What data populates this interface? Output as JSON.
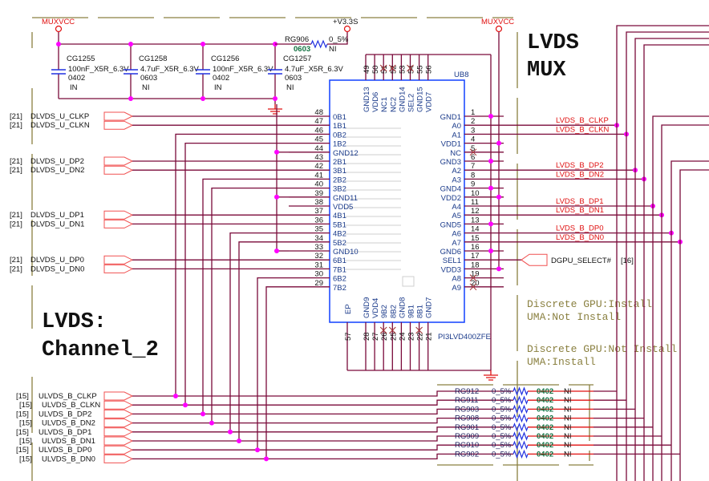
{
  "title": {
    "line1": "LVDS",
    "line2": "MUX"
  },
  "channel": {
    "line1": "LVDS:",
    "line2": "Channel_2"
  },
  "power": {
    "muxvcc": "MUXVCC",
    "v33": "+V3.3S"
  },
  "capacitors": [
    {
      "ref": "CG1255",
      "value": "100nF_X5R_6.3V",
      "package": "0402",
      "install": "IN"
    },
    {
      "ref": "CG1258",
      "value": "4.7uF_X5R_6.3V",
      "package": "0603",
      "install": "NI"
    },
    {
      "ref": "CG1256",
      "value": "100nF_X5R_6.3V",
      "package": "0402",
      "install": "IN"
    },
    {
      "ref": "CG1257",
      "value": "4.7uF_X5R_6.3V",
      "package": "0603",
      "install": "NI"
    }
  ],
  "rg906": {
    "ref": "RG906",
    "value": "0_5%",
    "package": "0603",
    "install": "NI"
  },
  "chip": {
    "ref": "UB8",
    "part": "PI3LVD400ZFE",
    "left_pins": [
      {
        "num": "48",
        "name": "0B1"
      },
      {
        "num": "47",
        "name": "1B1"
      },
      {
        "num": "46",
        "name": "0B2"
      },
      {
        "num": "45",
        "name": "1B2"
      },
      {
        "num": "44",
        "name": "GND12"
      },
      {
        "num": "43",
        "name": "2B1"
      },
      {
        "num": "42",
        "name": "3B1"
      },
      {
        "num": "41",
        "name": "2B2"
      },
      {
        "num": "40",
        "name": "3B2"
      },
      {
        "num": "39",
        "name": "GND11"
      },
      {
        "num": "38",
        "name": "VDD5"
      },
      {
        "num": "37",
        "name": "4B1"
      },
      {
        "num": "36",
        "name": "5B1"
      },
      {
        "num": "35",
        "name": "4B2"
      },
      {
        "num": "34",
        "name": "5B2"
      },
      {
        "num": "33",
        "name": "GND10"
      },
      {
        "num": "32",
        "name": "6B1"
      },
      {
        "num": "31",
        "name": "7B1"
      },
      {
        "num": "30",
        "name": "6B2"
      },
      {
        "num": "29",
        "name": "7B2"
      }
    ],
    "right_pins": [
      {
        "num": "1",
        "name": "GND1"
      },
      {
        "num": "2",
        "name": "A0"
      },
      {
        "num": "3",
        "name": "A1"
      },
      {
        "num": "4",
        "name": "VDD1"
      },
      {
        "num": "5",
        "name": "NC"
      },
      {
        "num": "6",
        "name": "GND3"
      },
      {
        "num": "7",
        "name": "A2"
      },
      {
        "num": "8",
        "name": "A3"
      },
      {
        "num": "9",
        "name": "GND4"
      },
      {
        "num": "10",
        "name": "VDD2"
      },
      {
        "num": "11",
        "name": "A4"
      },
      {
        "num": "12",
        "name": "A5"
      },
      {
        "num": "13",
        "name": "GND5"
      },
      {
        "num": "14",
        "name": "A6"
      },
      {
        "num": "15",
        "name": "A7"
      },
      {
        "num": "16",
        "name": "GND6"
      },
      {
        "num": "17",
        "name": "SEL1"
      },
      {
        "num": "18",
        "name": "VDD3"
      },
      {
        "num": "19",
        "name": "A8"
      },
      {
        "num": "20",
        "name": "A9"
      }
    ],
    "top_pins": [
      {
        "num": "49",
        "name": "GND13"
      },
      {
        "num": "50",
        "name": "VDD6"
      },
      {
        "num": "51",
        "name": "NC1"
      },
      {
        "num": "52",
        "name": "NC2"
      },
      {
        "num": "53",
        "name": "GND14"
      },
      {
        "num": "54",
        "name": "SEL2"
      },
      {
        "num": "55",
        "name": "GND15"
      },
      {
        "num": "56",
        "name": "VDD7"
      }
    ],
    "bottom_pins": [
      {
        "num": "57",
        "name": "EP"
      },
      {
        "num": "28",
        "name": "GND9"
      },
      {
        "num": "27",
        "name": "VDD4"
      },
      {
        "num": "26",
        "name": "9B2"
      },
      {
        "num": "25",
        "name": "8B2"
      },
      {
        "num": "24",
        "name": "GND8"
      },
      {
        "num": "23",
        "name": "9B1"
      },
      {
        "num": "22",
        "name": "8B1"
      },
      {
        "num": "21",
        "name": "GND7"
      }
    ]
  },
  "left_nets": [
    {
      "sheet": "[21]",
      "name": "DLVDS_U_CLKP"
    },
    {
      "sheet": "[21]",
      "name": "DLVDS_U_CLKN"
    },
    {
      "sheet": "[21]",
      "name": "DLVDS_U_DP2"
    },
    {
      "sheet": "[21]",
      "name": "DLVDS_U_DN2"
    },
    {
      "sheet": "[21]",
      "name": "DLVDS_U_DP1"
    },
    {
      "sheet": "[21]",
      "name": "DLVDS_U_DN1"
    },
    {
      "sheet": "[21]",
      "name": "DLVDS_U_DP0"
    },
    {
      "sheet": "[21]",
      "name": "DLVDS_U_DN0"
    }
  ],
  "right_nets": [
    "LVDS_B_CLKP",
    "LVDS_B_CLKN",
    "LVDS_B_DP2",
    "LVDS_B_DN2",
    "LVDS_B_DP1",
    "LVDS_B_DN1",
    "LVDS_B_DP0",
    "LVDS_B_DN0"
  ],
  "dgpu_select": {
    "name": "DGPU_SELECT#",
    "sheet": "[16]"
  },
  "bottom_nets": [
    {
      "sheet": "[15]",
      "name": "ULVDS_B_CLKP"
    },
    {
      "sheet": "[15]",
      "name": "ULVDS_B_CLKN"
    },
    {
      "sheet": "[15]",
      "name": "ULVDS_B_DP2"
    },
    {
      "sheet": "[15]",
      "name": "ULVDS_B_DN2"
    },
    {
      "sheet": "[15]",
      "name": "ULVDS_B_DP1"
    },
    {
      "sheet": "[15]",
      "name": "ULVDS_B_DN1"
    },
    {
      "sheet": "[15]",
      "name": "ULVDS_B_DP0"
    },
    {
      "sheet": "[15]",
      "name": "ULVDS_B_DN0"
    }
  ],
  "resistors": [
    {
      "ref": "RG912",
      "value": "0_5%",
      "package": "0402",
      "install": "NI"
    },
    {
      "ref": "RG911",
      "value": "0_5%",
      "package": "0402",
      "install": "NI"
    },
    {
      "ref": "RG903",
      "value": "0_5%",
      "package": "0402",
      "install": "NI"
    },
    {
      "ref": "RG908",
      "value": "0_5%",
      "package": "0402",
      "install": "NI"
    },
    {
      "ref": "RG901",
      "value": "0_5%",
      "package": "0402",
      "install": "NI"
    },
    {
      "ref": "RG909",
      "value": "0_5%",
      "package": "0402",
      "install": "NI"
    },
    {
      "ref": "RG910",
      "value": "0_5%",
      "package": "0402",
      "install": "NI"
    },
    {
      "ref": "RG902",
      "value": "0_5%",
      "package": "0402",
      "install": "NI"
    }
  ],
  "notes": [
    {
      "line1": "Discrete GPU:Install",
      "line2": "UMA:Not Install"
    },
    {
      "line1": "Discrete GPU:Not Install",
      "line2": "UMA:Install"
    }
  ],
  "colors": {
    "wire": "#7a0a3a",
    "junction": "#ff00ff",
    "net_label": "#e01010",
    "pin_name": "#1a3a8a",
    "chip_outline": "#1040ff",
    "port": "#f05050",
    "resistor": "#2030e0",
    "note": "#8a8040"
  }
}
